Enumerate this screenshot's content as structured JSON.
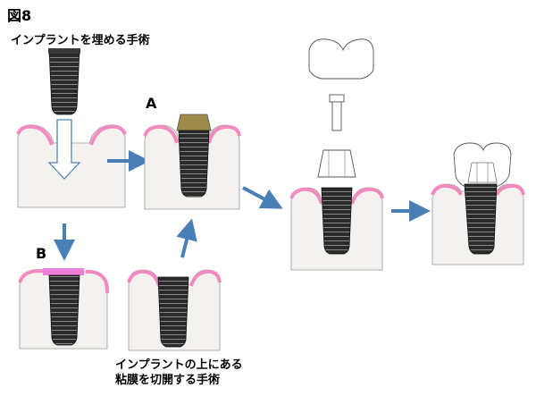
{
  "figure": {
    "title": "図8",
    "caption_top": "インプラントを埋める手術",
    "label_a": "A",
    "label_b": "B",
    "caption_bottom_line1": "インプラントの上にある",
    "caption_bottom_line2": "粘膜を切開する手術"
  },
  "colors": {
    "gum": "#f08ac0",
    "bone": "#f4f2ee",
    "implant": "#2a2a2a",
    "arrow": "#4a7fb5",
    "healing_cap": "#9e8a4a",
    "cover_membrane": "#ee7fd8",
    "outline": "#555555"
  }
}
